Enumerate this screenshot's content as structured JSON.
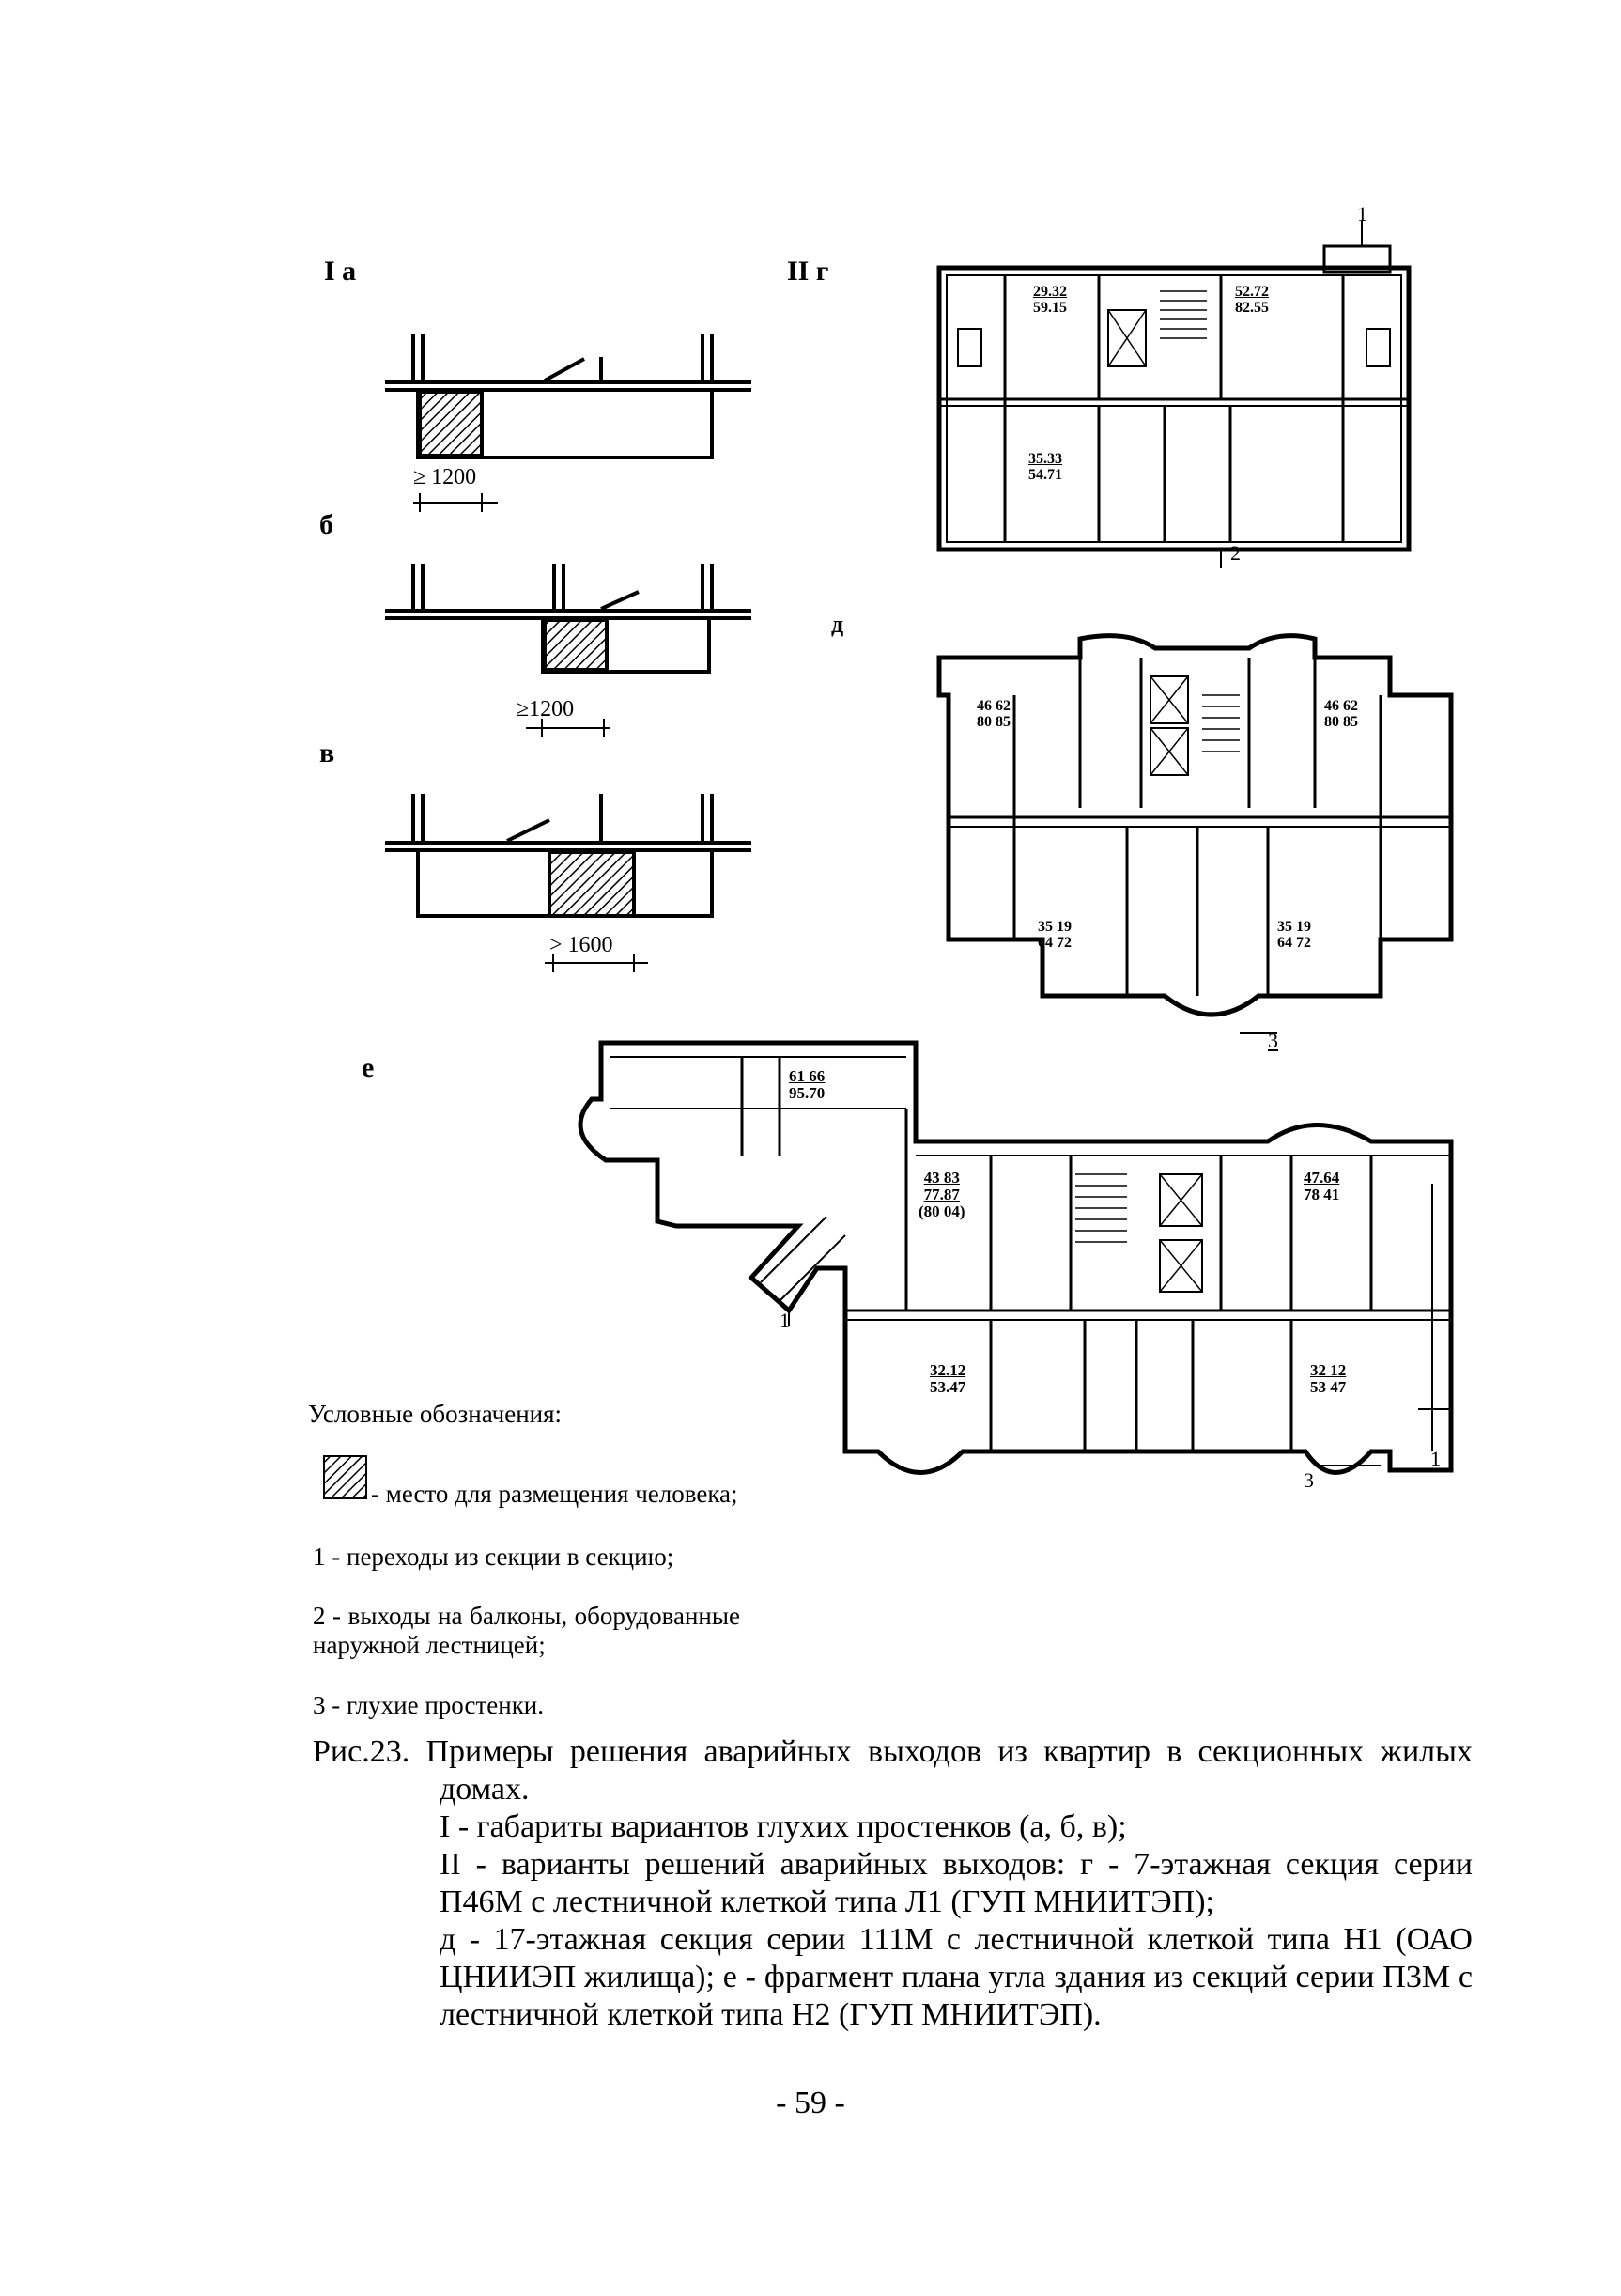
{
  "labels": {
    "Ia": "I а",
    "b": "б",
    "v": "в",
    "IIg": "II г",
    "d": "д",
    "e": "е"
  },
  "dims": {
    "a": "≥ 1200",
    "b": "≥1200",
    "v": "> 1600"
  },
  "plan_g": {
    "areas": [
      {
        "top": "29.32",
        "bottom": "59.15"
      },
      {
        "top": "52.72",
        "bottom": "82.55"
      },
      {
        "top": "35.33",
        "bottom": "54.71"
      }
    ],
    "callouts": [
      "1",
      "2"
    ]
  },
  "plan_d": {
    "areas": [
      {
        "top": "46 62",
        "bottom": "80 85"
      },
      {
        "top": "46 62",
        "bottom": "80 85"
      },
      {
        "top": "35 19",
        "bottom": "64 72"
      },
      {
        "top": "35 19",
        "bottom": "64 72"
      }
    ],
    "callouts": [
      "3"
    ]
  },
  "plan_e": {
    "areas": [
      {
        "top": "61 66",
        "bottom": "95.70"
      },
      {
        "top": "43 83",
        "bottom": "77.87",
        "extra": "(80 04)"
      },
      {
        "top": "47.64",
        "bottom": "78 41"
      },
      {
        "top": "32.12",
        "bottom": "53.47"
      },
      {
        "top": "32 12",
        "bottom": "53 47"
      }
    ],
    "callouts": [
      "1",
      "3",
      "1"
    ]
  },
  "legend": {
    "title": "Условные обозначения:",
    "items": [
      "- место для размещения человека;",
      "1 - переходы из секции в секцию;",
      "2 - выходы на балконы, оборудованные наружной лестницей;",
      "3 - глухие простенки."
    ]
  },
  "caption": {
    "title": "Рис.23. Примеры решения аварийных выходов из квартир в секционных жилых домах.",
    "line1": "I - габариты вариантов глухих простенков (а, б, в);",
    "line2": "II - варианты решений аварийных выходов: г - 7-этажная секция серии П46М с лестничной клеткой типа Л1 (ГУП МНИИТЭП);",
    "line3": "д - 17-этажная секция серии 111М с лестничной клеткой типа Н1 (ОАО ЦНИИЭП жилища); е - фрагмент плана угла здания из секций серии П3М с лестничной клеткой типа Н2 (ГУП МНИИТЭП)."
  },
  "page_number": "- 59 -"
}
